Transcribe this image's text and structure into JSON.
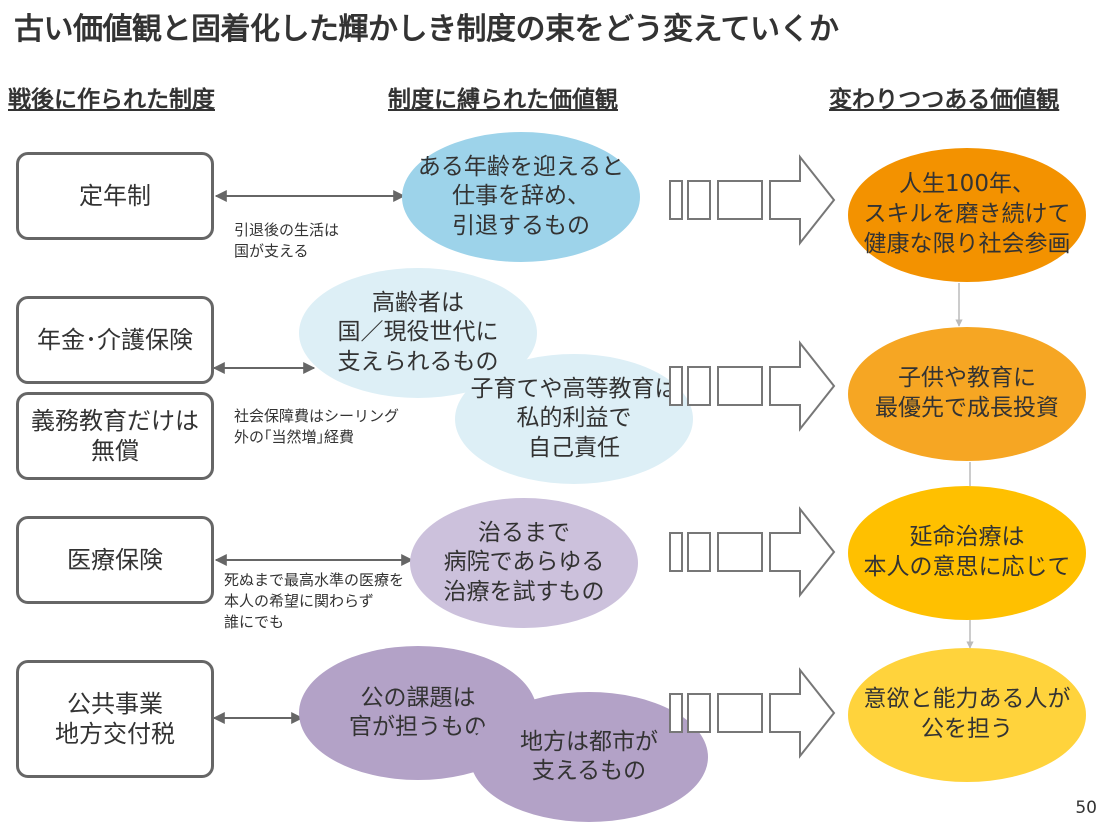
{
  "title": "古い価値観と固着化した輝かしき制度の束をどう変えていくか",
  "columns": {
    "institutions": "戦後に作られた制度",
    "bound_values": "制度に縛られた価値観",
    "changing_values": "変わりつつある価値観"
  },
  "institutions": {
    "teinen": "定年制",
    "nenkin": "年金･介護保険",
    "gimu": "義務教育だけは\n無償",
    "iryo": "医療保険",
    "kokyo": "公共事業\n地方交付税"
  },
  "notes": {
    "retire": "引退後の生活は\n国が支える",
    "social": "社会保障費はシーリング\n外の｢当然増｣経費",
    "medical": "死ぬまで最高水準の医療を\n本人の希望に関わらず\n誰にでも"
  },
  "bound_values": {
    "retire_age": "ある年齢を迎えると\n仕事を辞め、\n引退するもの",
    "elderly": "高齢者は\n国／現役世代に\n支えられるもの",
    "childcare": "子育てや高等教育は\n私的利益で\n自己責任",
    "hospital": "治るまで\n病院であらゆる\n治療を試すもの",
    "public": "公の課題は\n官が担うもの",
    "city": "地方は都市が\n支えるもの"
  },
  "changing_values": {
    "life100": "人生100年、\nスキルを磨き続けて\n健康な限り社会参画",
    "children": "子供や教育に\n最優先で成長投資",
    "endoflife": "延命治療は\n本人の意思に応じて",
    "motivated": "意欲と能力ある人が\n公を担う"
  },
  "page_number": "50",
  "colors": {
    "orange_dark": "#F39200",
    "orange_mid": "#F6A623",
    "yellow": "#FFC000",
    "yellow_light": "#FFD33C",
    "blue": "#9DD3EA",
    "blue_light": "#DDEFF6",
    "lavender": "#CCC1DC",
    "purple": "#B3A2C7",
    "border_gray": "#666666"
  }
}
